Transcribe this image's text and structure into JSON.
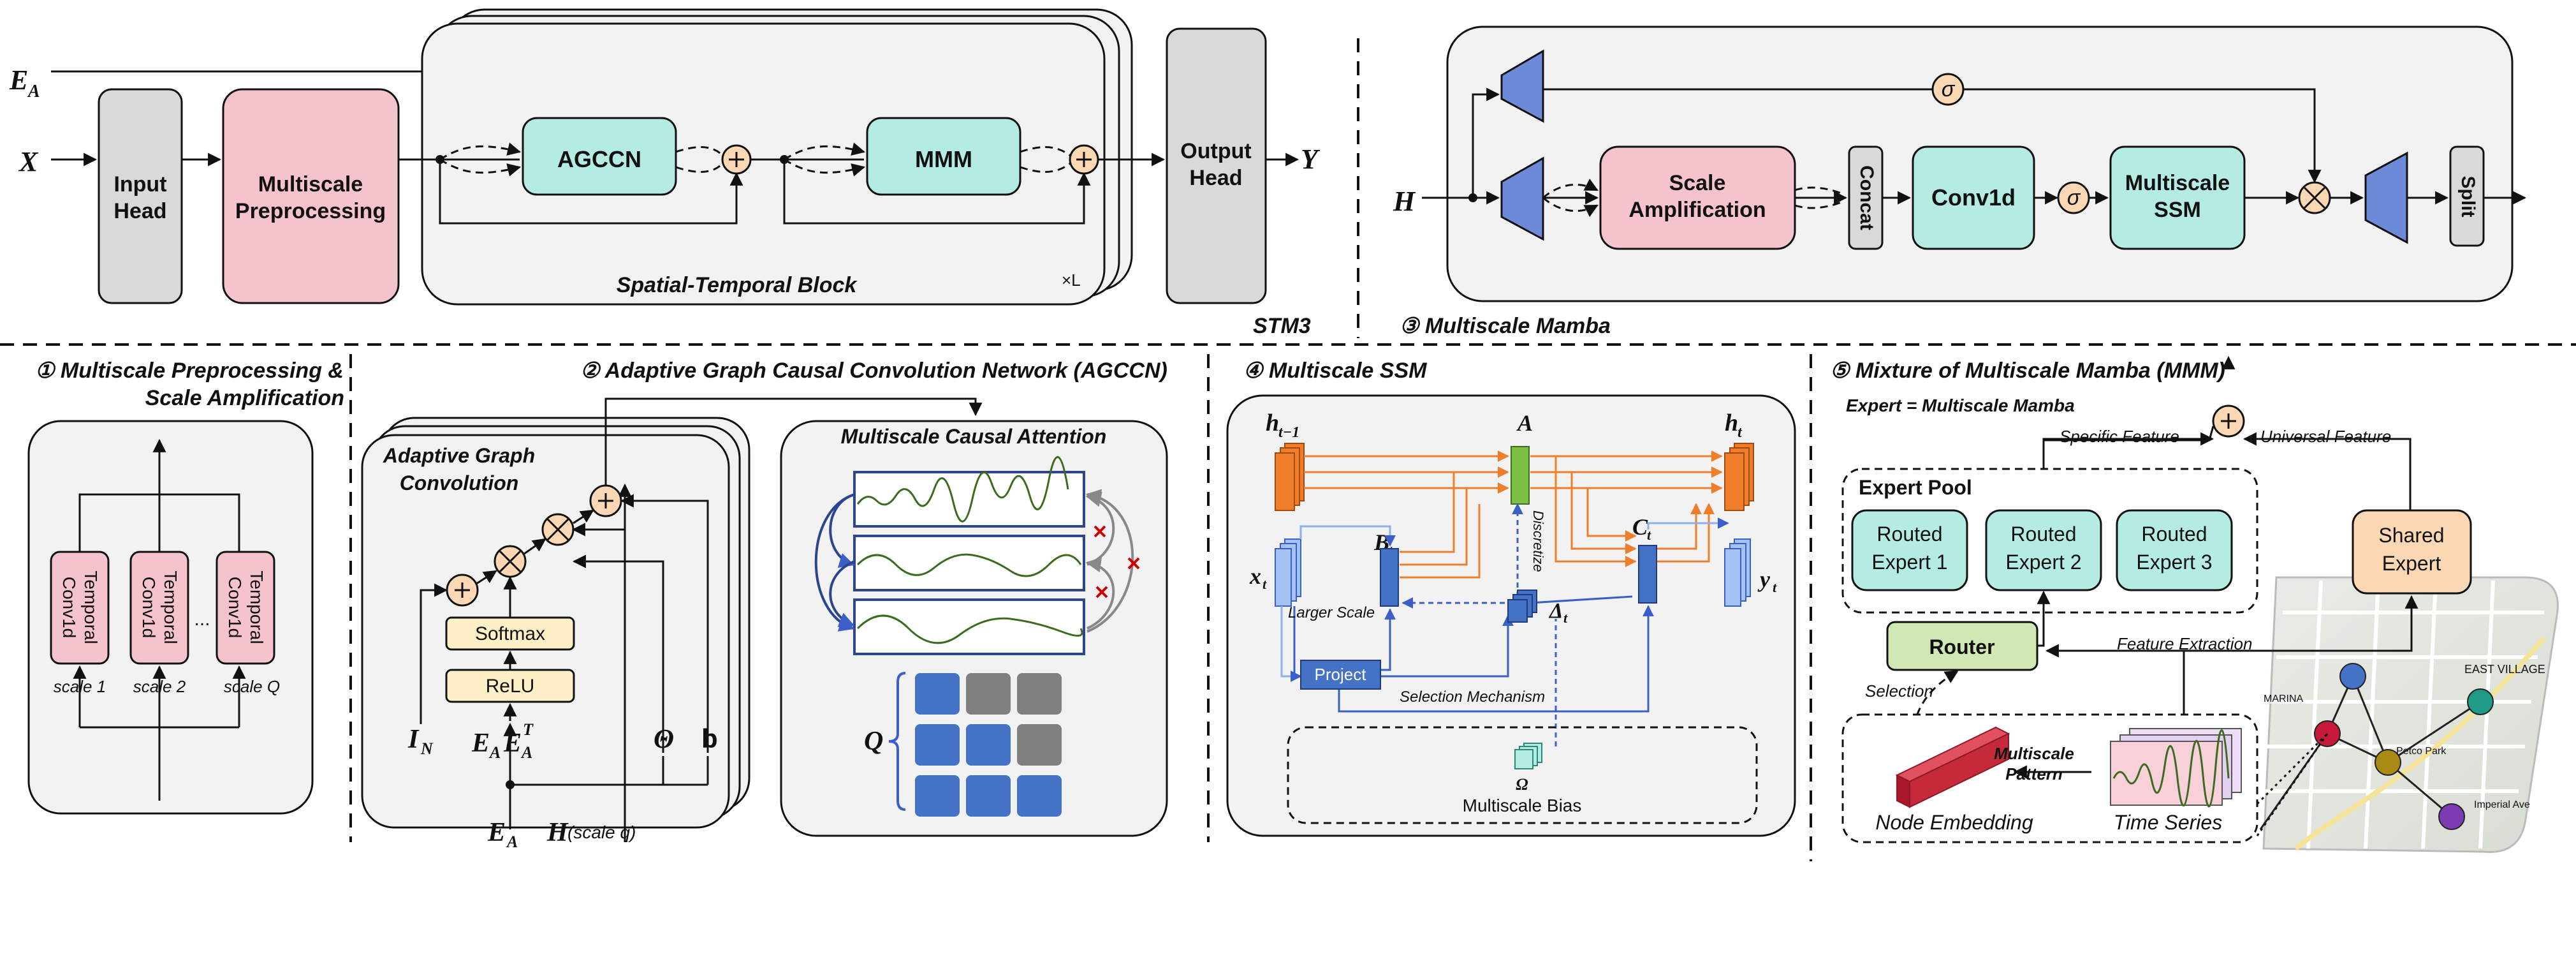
{
  "stm": {
    "ea": "E",
    "ea_sub": "A",
    "x": "X",
    "y": "Y",
    "input_head": [
      "Input",
      "Head"
    ],
    "preproc": [
      "Multiscale",
      "Preprocessing"
    ],
    "agccn": "AGCCN",
    "mmm": "MMM",
    "block_label": "Spatial-Temporal Block",
    "xl": "×L",
    "output_head": [
      "Output",
      "Head"
    ],
    "model_name": "STM3"
  },
  "mamba": {
    "h": "H",
    "sigma": "σ",
    "scale_amp": [
      "Scale",
      "Amplification"
    ],
    "concat": "Concat",
    "conv1d": "Conv1d",
    "mssm": [
      "Multiscale",
      "SSM"
    ],
    "split": "Split",
    "title": "③ Multiscale Mamba"
  },
  "p1": {
    "title1": "① Multiscale Preprocessing &",
    "title2": "Scale Amplification",
    "boxes": [
      [
        "Temporal",
        "Conv1d"
      ],
      [
        "Temporal",
        "Conv1d"
      ],
      [
        "Temporal",
        "Conv1d"
      ]
    ],
    "dots": "...",
    "scales": [
      "scale 1",
      "scale 2",
      "scale Q"
    ]
  },
  "p2": {
    "title": "② Adaptive Graph Causal Convolution Network (AGCCN)",
    "agc": [
      "Adaptive Graph",
      "Convolution"
    ],
    "softmax": "Softmax",
    "relu": "ReLU",
    "in_label": "I",
    "in_sub": "N",
    "eat": "E",
    "eat_sub": "A",
    "eat_t": "T",
    "theta": "Θ",
    "b": "b",
    "ea_bottom": "E",
    "ea_bottom_sub": "A",
    "h_bottom": "H",
    "h_scale": "(scale q)",
    "mca": "Multiscale Causal Attention",
    "q": "Q"
  },
  "p4": {
    "title": "④ Multiscale SSM",
    "h_prev": "h",
    "h_prev_sub": "t−1",
    "h_t": "h",
    "h_t_sub": "t",
    "a": "A",
    "b_t": "B",
    "c_t": "C",
    "delta": "Δ",
    "t_sub": "t",
    "x_t": "x",
    "y_t": "y",
    "discretize": "Discretize",
    "larger_scale": "Larger Scale",
    "project": "Project",
    "selection": "Selection Mechanism",
    "omega": "Ω",
    "bias": "Multiscale Bias"
  },
  "p5": {
    "title": "⑤ Mixture of Multiscale Mamba (MMM)",
    "expert_def": "Expert = Multiscale Mamba",
    "specific": "Specific Feature",
    "universal": "Universal Feature",
    "pool": "Expert Pool",
    "experts": [
      [
        "Routed",
        "Expert 1"
      ],
      [
        "Routed",
        "Expert 2"
      ],
      [
        "Routed",
        "Expert 3"
      ]
    ],
    "shared": [
      "Shared",
      "Expert"
    ],
    "router": "Router",
    "selection": "Selection",
    "feature_extraction": "Feature Extraction",
    "pattern": [
      "Multiscale",
      "Pattern"
    ],
    "node_embedding": "Node Embedding",
    "time_series": "Time Series",
    "map_labels": [
      "EAST VILLAGE",
      "MARINA",
      "Petco Park",
      "Imperial Ave"
    ]
  },
  "colors": {
    "pink": "#f4c3cb",
    "gray": "#d9d9d9",
    "teal": "#b4ece4",
    "peach": "#fbd7b3",
    "blue": "#6c8ad8",
    "yellow": "#fdf0c6",
    "green": "#cfe8b4",
    "orange": "#f07d2a",
    "darkblue": "#3a5fc9",
    "panel": "#f2f2f2"
  }
}
